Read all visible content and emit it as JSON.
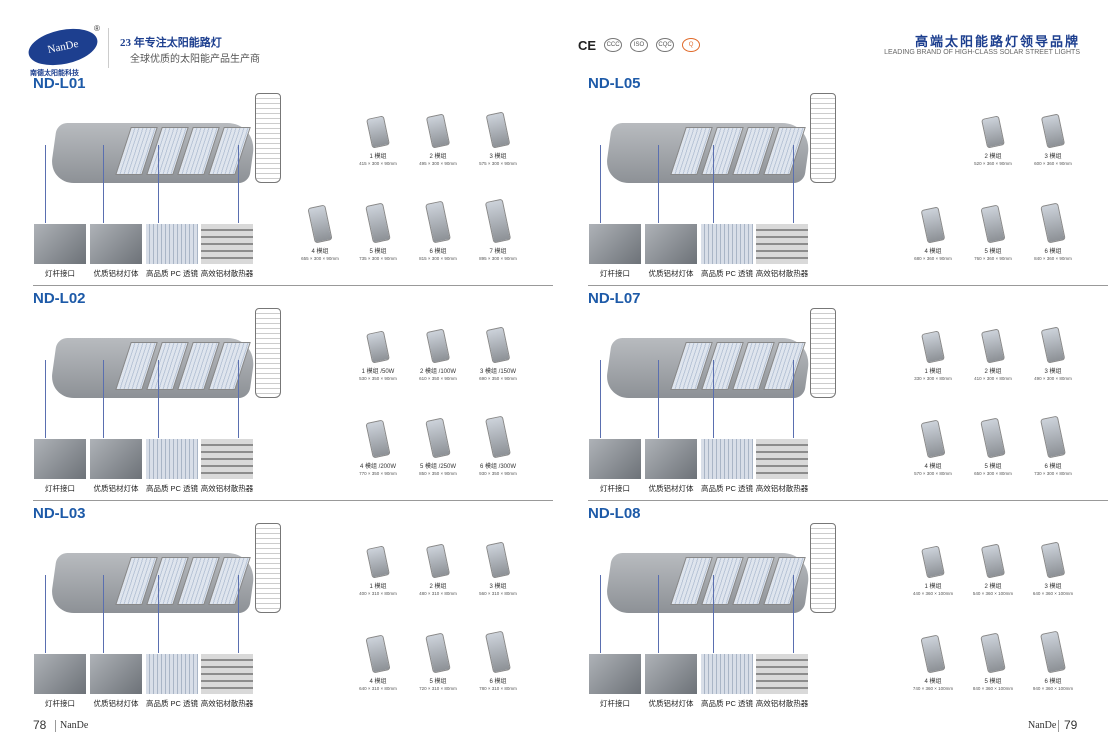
{
  "header_left": {
    "logo_text": "NanDe",
    "logo_sub": "南德太阳能科技",
    "registered": "®",
    "slogan_line1": "23 年专注太阳能路灯",
    "slogan_line2": "全球优质的太阳能产品生产商"
  },
  "header_right": {
    "certs": [
      "CE",
      "CCC",
      "ISO",
      "CQC",
      "Q"
    ],
    "brand_cn": "高端太阳能路灯领导品牌",
    "brand_en": "LEADING BRAND OF HIGH-CLASS SOLAR STREET LIGHTS"
  },
  "sections": [
    {
      "title": "ND-L01",
      "features": [
        "灯杆接口",
        "优质铝材灯体",
        "高品质 PC 透镜",
        "高效铝材散热器"
      ],
      "variants": [
        {
          "label": "1 模组",
          "dims": "415 × 300 × 90mm"
        },
        {
          "label": "2 模组",
          "dims": "495 × 300 × 90mm"
        },
        {
          "label": "3 模组",
          "dims": "575 × 300 × 90mm"
        },
        {
          "label": "4 模组",
          "dims": "655 × 300 × 90mm"
        },
        {
          "label": "5 模组",
          "dims": "735 × 300 × 90mm"
        },
        {
          "label": "6 模组",
          "dims": "815 × 300 × 90mm"
        },
        {
          "label": "7 模组",
          "dims": "895 × 300 × 90mm"
        }
      ]
    },
    {
      "title": "ND-L02",
      "features": [
        "灯杆接口",
        "优质铝材灯体",
        "高品质 PC 透镜",
        "高效铝材散热器"
      ],
      "variants": [
        {
          "label": "1 模组 /50W",
          "dims": "530 × 350 × 90mm"
        },
        {
          "label": "2 模组 /100W",
          "dims": "610 × 350 × 90mm"
        },
        {
          "label": "3 模组 /150W",
          "dims": "690 × 350 × 90mm"
        },
        {
          "label": "4 模组 /200W",
          "dims": "770 × 350 × 90mm"
        },
        {
          "label": "5 模组 /250W",
          "dims": "850 × 350 × 90mm"
        },
        {
          "label": "6 模组 /300W",
          "dims": "930 × 350 × 90mm"
        }
      ]
    },
    {
      "title": "ND-L03",
      "features": [
        "灯杆接口",
        "优质铝材灯体",
        "高品质 PC 透镜",
        "高效铝材散热器"
      ],
      "variants": [
        {
          "label": "1 模组",
          "dims": "400 × 310 × 80mm"
        },
        {
          "label": "2 模组",
          "dims": "480 × 310 × 80mm"
        },
        {
          "label": "3 模组",
          "dims": "560 × 310 × 80mm"
        },
        {
          "label": "4 模组",
          "dims": "640 × 310 × 80mm"
        },
        {
          "label": "5 模组",
          "dims": "720 × 310 × 80mm"
        },
        {
          "label": "6 模组",
          "dims": "780 × 310 × 80mm"
        }
      ]
    },
    {
      "title": "ND-L05",
      "features": [
        "灯杆接口",
        "优质铝材灯体",
        "高品质 PC 透镜",
        "高效铝材散热器"
      ],
      "variants": [
        {
          "label": "2 模组",
          "dims": "520 × 360 × 90mm"
        },
        {
          "label": "3 模组",
          "dims": "600 × 360 × 90mm"
        },
        {
          "label": "4 模组",
          "dims": "680 × 360 × 90mm"
        },
        {
          "label": "5 模组",
          "dims": "760 × 360 × 90mm"
        },
        {
          "label": "6 模组",
          "dims": "840 × 360 × 90mm"
        }
      ]
    },
    {
      "title": "ND-L07",
      "features": [
        "灯杆接口",
        "优质铝材灯体",
        "高品质 PC 透镜",
        "高效铝材散热器"
      ],
      "variants": [
        {
          "label": "1 模组",
          "dims": "330 × 300 × 80mm"
        },
        {
          "label": "2 模组",
          "dims": "410 × 300 × 80mm"
        },
        {
          "label": "3 模组",
          "dims": "490 × 300 × 80mm"
        },
        {
          "label": "4 模组",
          "dims": "570 × 300 × 80mm"
        },
        {
          "label": "5 模组",
          "dims": "650 × 300 × 80mm"
        },
        {
          "label": "6 模组",
          "dims": "730 × 300 × 80mm"
        }
      ]
    },
    {
      "title": "ND-L08",
      "features": [
        "灯杆接口",
        "优质铝材灯体",
        "高品质 PC 透镜",
        "高效铝材散热器"
      ],
      "variants": [
        {
          "label": "1 模组",
          "dims": "440 × 360 × 100mm"
        },
        {
          "label": "2 模组",
          "dims": "540 × 360 × 100mm"
        },
        {
          "label": "3 模组",
          "dims": "640 × 360 × 100mm"
        },
        {
          "label": "4 模组",
          "dims": "740 × 360 × 100mm"
        },
        {
          "label": "5 模组",
          "dims": "840 × 360 × 100mm"
        },
        {
          "label": "6 模组",
          "dims": "940 × 360 × 100mm"
        }
      ]
    }
  ],
  "footer": {
    "left_page": "78",
    "left_brand": "NanDe",
    "right_brand": "NanDe",
    "right_page": "79"
  }
}
